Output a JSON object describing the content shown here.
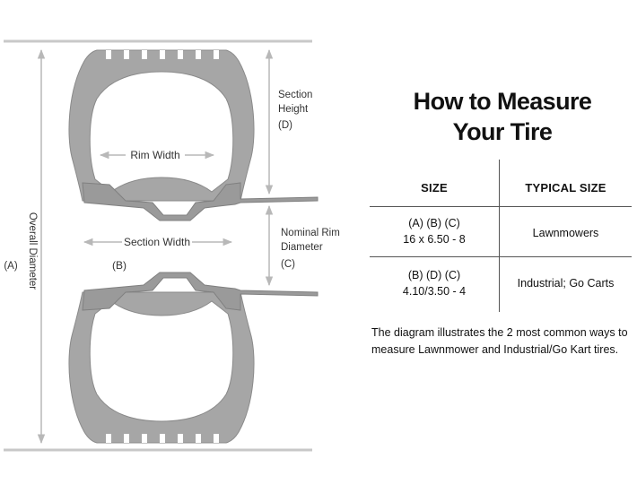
{
  "diagram": {
    "labels": {
      "rim_width": "Rim Width",
      "section_height_line1": "Section",
      "section_height_line2": "Height",
      "section_height_code": "(D)",
      "overall_diameter": "Overall Diameter",
      "overall_diameter_code": "(A)",
      "section_width": "Section Width",
      "section_width_code": "(B)",
      "nominal_rim_line1": "Nominal Rim",
      "nominal_rim_line2": "Diameter",
      "nominal_rim_code": "(C)"
    }
  },
  "title": {
    "line1": "How to Measure",
    "line2": "Your Tire"
  },
  "table": {
    "headers": [
      "SIZE",
      "TYPICAL SIZE"
    ],
    "rows": [
      {
        "size_codes": "(A) (B) (C)",
        "size_value": "16 x 6.50 - 8",
        "typical": "Lawnmowers"
      },
      {
        "size_codes": "(B) (D) (C)",
        "size_value": "4.10/3.50 - 4",
        "typical": "Industrial; Go Carts"
      }
    ]
  },
  "caption": "The diagram  illustrates the 2 most common ways to measure Lawnmower and Industrial/Go Kart tires."
}
